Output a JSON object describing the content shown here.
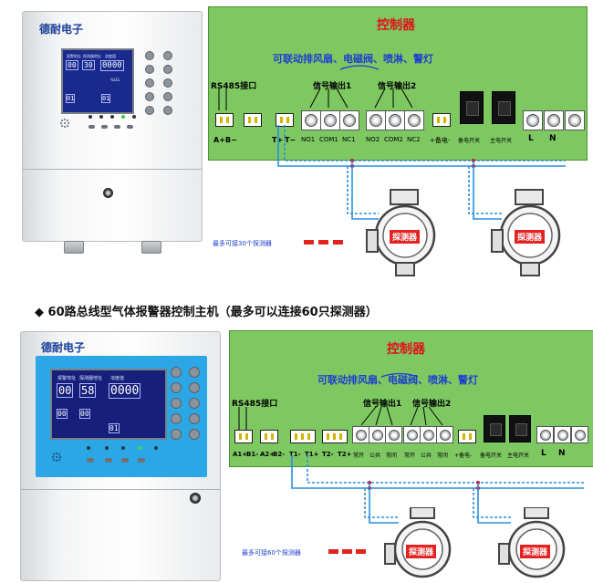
{
  "top": {
    "brand": "德耐电子",
    "lcd": {
      "h1": "报警地址",
      "h2": "探测器地址",
      "h3": "浓度值",
      "v1": "00",
      "v2": "30",
      "v3": "0000",
      "unit": "%LEL",
      "r1": "01",
      "r2": "01"
    },
    "diagram": {
      "title": "控制器",
      "subtitle": "可联动排风扇、电磁阀、喷淋、警灯",
      "rs485": "RS485接口",
      "signal1": "信号输出1",
      "signal2": "信号输出2",
      "terms": [
        "A+",
        "B−",
        "T+",
        "T−",
        "NO1",
        "COM1",
        "NC1",
        "NO2",
        "COM2",
        "NC2",
        "+备电-",
        "备电开关",
        "主电开关",
        "L",
        "N"
      ],
      "detector": "探测器",
      "note": "最多可接30个探测器"
    }
  },
  "caption": "◆ 60路总线型气体报警器控制主机（最多可以连接60只探测器）",
  "bottom": {
    "brand": "德耐电子",
    "lcd": {
      "h1": "报警地址",
      "h2": "探测器地址",
      "h3": "浓度值",
      "v1": "00",
      "v2": "58",
      "v3": "0000",
      "r1": "00",
      "r2": "00",
      "r3": "01"
    },
    "diagram": {
      "title": "控制器",
      "subtitle": "可联动排风扇、电磁阀、喷淋、警灯",
      "rs485": "RS485接口",
      "signal1": "信号输出1",
      "signal2": "信号输出2",
      "terms": [
        "A1+",
        "B1-",
        "A2+",
        "B2-",
        "T1-",
        "T1+",
        "T2-",
        "T2+",
        "常开",
        "公共",
        "常闭",
        "常开",
        "公共",
        "常闭",
        "+备电-",
        "备电开关",
        "主电开关",
        "L",
        "N"
      ],
      "detector": "探测器",
      "note": "最多可接60个探测器"
    }
  },
  "colors": {
    "panel": "#7ec862",
    "title": "#e0101a",
    "subtitle": "#1c3fcf",
    "lcd": "#1a2a8c",
    "bluefront": "#2ba7e6"
  }
}
